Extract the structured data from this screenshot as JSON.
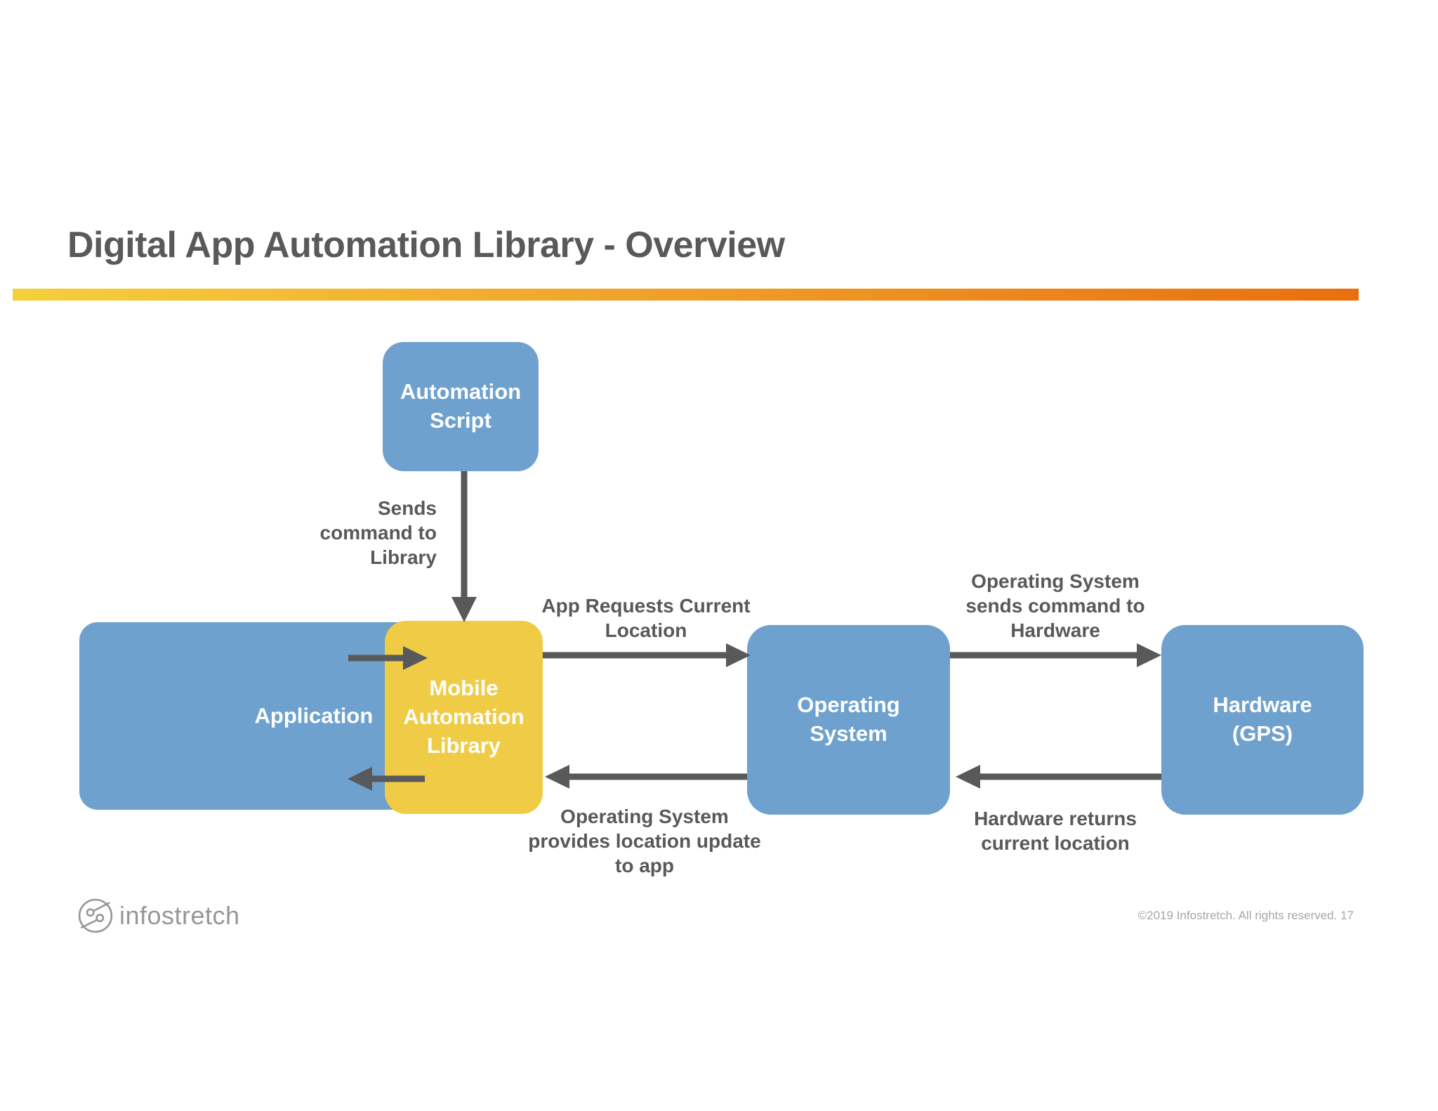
{
  "slide": {
    "title": "Digital App Automation Library - Overview"
  },
  "colors": {
    "box_blue": "#6EA1CD",
    "box_yellow": "#EFCB46",
    "arrow_gray": "#58595B",
    "title_gray": "#58595B",
    "accent_gradient_start": "#F5D03C",
    "accent_gradient_mid": "#F0A32B",
    "accent_gradient_end": "#E96F0E",
    "footer_text_gray": "#A7A7AB",
    "logo_gray": "#97979B"
  },
  "diagram": {
    "nodes": {
      "automation_script": {
        "label": "Automation\nScript"
      },
      "application": {
        "label": "Application"
      },
      "mobile_automation_library": {
        "label": "Mobile\nAutomation\nLibrary"
      },
      "operating_system": {
        "label": "Operating\nSystem"
      },
      "hardware": {
        "label": "Hardware\n(GPS)"
      }
    },
    "edge_labels": {
      "sends_command": {
        "text": "Sends\ncommand to\nLibrary"
      },
      "app_requests": {
        "text": "App Requests Current\nLocation"
      },
      "os_sends": {
        "text": "Operating System\nsends command to\nHardware"
      },
      "os_provides": {
        "text": "Operating System\nprovides location update\nto app"
      },
      "hw_returns": {
        "text": "Hardware returns\ncurrent location"
      }
    }
  },
  "footer": {
    "logo_icon": "infostretch-nodes-icon",
    "logo_text": "infostretch",
    "copyright": "©2019 Infostretch. All rights reserved.  17"
  }
}
